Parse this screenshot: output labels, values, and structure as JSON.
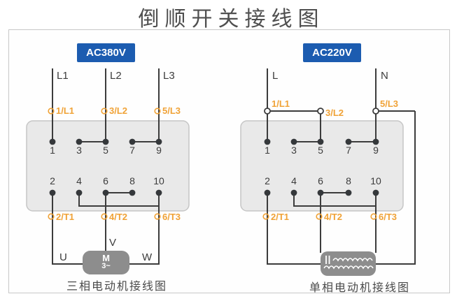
{
  "title": "倒顺开关接线图",
  "colors": {
    "accent_blue": "#1c5cb0",
    "label_orange": "#f0a236",
    "wire_dark": "#3c3c3c",
    "switch_body": "#e9e9e9",
    "motor_gray": "#8d8d8d"
  },
  "left_panel": {
    "badge": "AC380V",
    "lines": [
      "L1",
      "L2",
      "L3"
    ],
    "input_labels": [
      "1/L1",
      "3/L2",
      "5/L3"
    ],
    "top_terminals": [
      "1",
      "3",
      "5",
      "7",
      "9"
    ],
    "bottom_terminals": [
      "2",
      "4",
      "6",
      "8",
      "10"
    ],
    "output_labels": [
      "2/T1",
      "4/T2",
      "6/T3"
    ],
    "motor": {
      "symbol": "M",
      "phase": "3~",
      "terminals": [
        "U",
        "V",
        "W"
      ]
    },
    "caption": "三相电动机接线图"
  },
  "right_panel": {
    "badge": "AC220V",
    "lines": [
      "L",
      "N"
    ],
    "input_labels": [
      "1/L1",
      "3/L2",
      "5/L3"
    ],
    "top_terminals": [
      "1",
      "3",
      "5",
      "7",
      "9"
    ],
    "bottom_terminals": [
      "2",
      "4",
      "6",
      "8",
      "10"
    ],
    "output_labels": [
      "2/T1",
      "4/T2",
      "6/T3"
    ],
    "caption": "单相电动机接线图"
  }
}
